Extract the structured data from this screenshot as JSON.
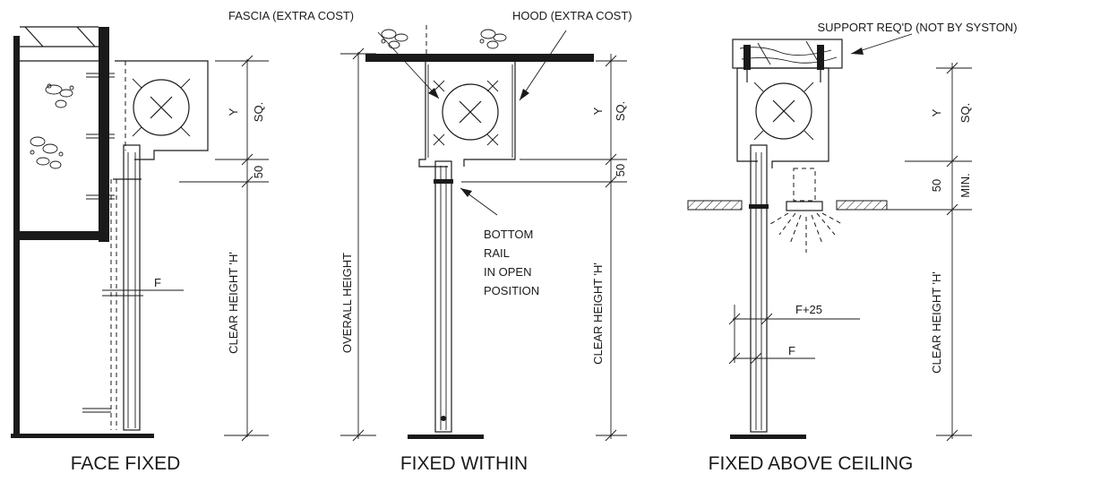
{
  "labels": {
    "fascia": "FASCIA (EXTRA COST)",
    "hood": "HOOD (EXTRA COST)",
    "support": "SUPPORT REQ'D (NOT BY SYSTON)",
    "bottom_rail": [
      "BOTTOM",
      "RAIL",
      "IN OPEN",
      "POSITION"
    ],
    "y": "Y",
    "sq": "SQ.",
    "fifty": "50",
    "min": "MIN.",
    "clear_height": "CLEAR HEIGHT 'H'",
    "overall_height": "OVERALL HEIGHT",
    "f": "F",
    "f_plus_25": "F+25"
  },
  "captions": {
    "face_fixed": "FACE FIXED",
    "fixed_within": "FIXED WITHIN",
    "fixed_above_ceiling": "FIXED ABOVE CEILING"
  }
}
